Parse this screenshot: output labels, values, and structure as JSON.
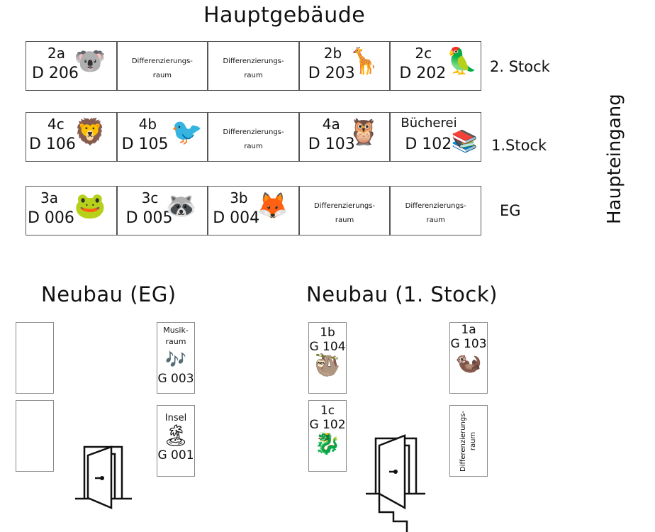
{
  "main_building": {
    "title": "Hauptgebäude",
    "side_label": "Haupteingang",
    "floors": [
      {
        "label": "2. Stock",
        "rooms": [
          {
            "class": "2a",
            "room": "D 206",
            "icon": "koala-icon",
            "glyph": "🐨"
          },
          {
            "diff_line1": "Differenzierungs-",
            "diff_line2": "raum"
          },
          {
            "diff_line1": "Differenzierungs-",
            "diff_line2": "raum"
          },
          {
            "class": "2b",
            "room": "D 203",
            "icon": "giraffe-icon",
            "glyph": "🦒"
          },
          {
            "class": "2c",
            "room": "D 202",
            "icon": "parrot-icon",
            "glyph": "🦜"
          }
        ]
      },
      {
        "label": "1.Stock",
        "rooms": [
          {
            "class": "4c",
            "room": "D 106",
            "icon": "lion-icon",
            "glyph": "🦁"
          },
          {
            "class": "4b",
            "room": "D 105",
            "icon": "crow-icon",
            "glyph": "🐦"
          },
          {
            "diff_line1": "Differenzierungs-",
            "diff_line2": "raum"
          },
          {
            "class": "4a",
            "room": "D 103",
            "icon": "owl-icon",
            "glyph": "🦉"
          },
          {
            "class": "Bücherei",
            "room": "D 102",
            "icon": "books-icon",
            "glyph": "📚"
          }
        ]
      },
      {
        "label": "EG",
        "rooms": [
          {
            "class": "3a",
            "room": "D 006",
            "icon": "frog-icon",
            "glyph": "🐸"
          },
          {
            "class": "3c",
            "room": "D 005",
            "icon": "raccoon-icon",
            "glyph": "🦝"
          },
          {
            "class": "3b",
            "room": "D 004",
            "icon": "fox-icon",
            "glyph": "🦊"
          },
          {
            "diff_line1": "Differenzierungs-",
            "diff_line2": "raum"
          },
          {
            "diff_line1": "Differenzierungs-",
            "diff_line2": "raum"
          }
        ]
      }
    ]
  },
  "new_building_eg": {
    "title": "Neubau (EG)",
    "rooms": [
      {
        "line1": "Musik-",
        "line2": "raum",
        "glyph": "🎶",
        "room": "G 003"
      },
      {
        "line1": "Insel",
        "glyph": "🏝",
        "room": "G 001"
      }
    ]
  },
  "new_building_1": {
    "title": "Neubau (1. Stock)",
    "rooms": [
      {
        "class": "1b",
        "room": "G 104",
        "glyph": "🦥"
      },
      {
        "class": "1c",
        "room": "G 102",
        "glyph": "🐉"
      },
      {
        "class": "1a",
        "room": "G 103",
        "glyph": "🦦"
      },
      {
        "diff_line1": "Differenzierungs-",
        "diff_line2": "raum"
      }
    ]
  }
}
